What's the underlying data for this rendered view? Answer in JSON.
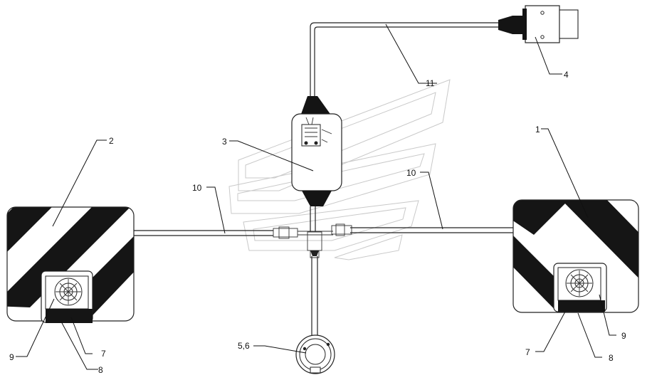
{
  "callouts": {
    "p1": "1",
    "p2": "2",
    "p3": "3",
    "p4": "4",
    "p56": "5,6",
    "p7_left": "7",
    "p8_left": "8",
    "p9_left": "9",
    "p7_right": "7",
    "p8_right": "8",
    "p9_right": "9",
    "p10_left": "10",
    "p10_right": "10",
    "p11": "11"
  },
  "colors": {
    "ink": "#111111",
    "stripe": "#151515",
    "watermark": "#c9c9c9"
  }
}
